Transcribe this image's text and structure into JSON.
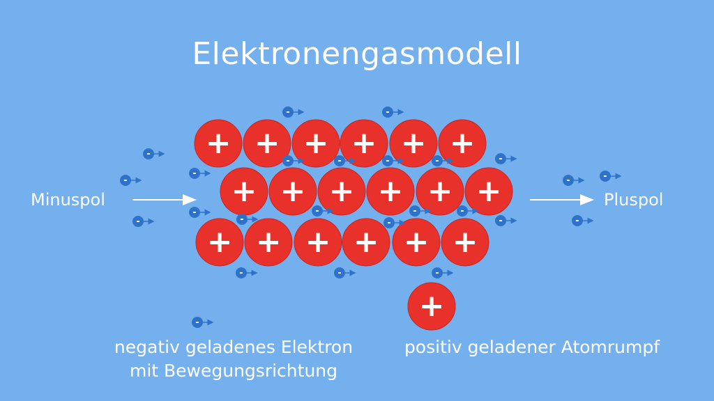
{
  "title": "Elektronengasmodell",
  "labels": {
    "minus_pole": "Minuspol",
    "plus_pole": "Pluspol"
  },
  "legend": {
    "electron_line1": "negativ geladenes Elektron",
    "electron_line2": "mit Bewegungsrichtung",
    "ion": "positiv geladener Atomrumpf"
  },
  "symbols": {
    "ion_sign": "+",
    "electron_sign": "-"
  },
  "colors": {
    "background": "#74b0ee",
    "ion_fill": "#e8312a",
    "electron_fill": "#2f72c9",
    "text": "#ffffff"
  },
  "icons": [
    "arrow-right-icon",
    "electron-icon",
    "ion-icon"
  ]
}
